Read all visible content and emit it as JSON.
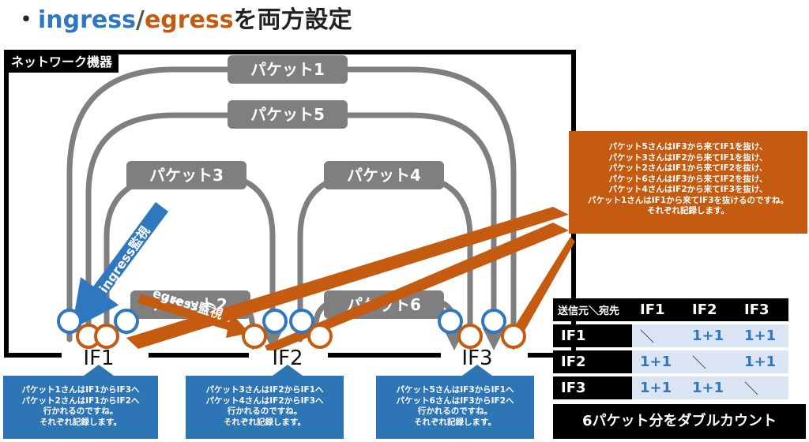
{
  "heading": {
    "bullet": "・",
    "ingress": "ingress",
    "slash": "/",
    "egress": "egress",
    "suffix": "を両方設定"
  },
  "device_label": "ネットワーク機器",
  "packets": [
    "パケット1",
    "パケット5",
    "パケット3",
    "パケット4",
    "パケット2",
    "パケット6"
  ],
  "interfaces": [
    "IF1",
    "IF2",
    "IF3"
  ],
  "ingress_label": "ingress監視",
  "egress_label": "egress監視",
  "notes": {
    "if1": "パケット1さんはIF1からIF3へ\nパケット2さんはIF1からIF2へ\n行かれるのですね。\nそれぞれ記録します。",
    "if2": "パケット3さんはIF2からIF1へ\nパケット4さんはIF2からIF3へ\n行かれるのですね。\nそれぞれ記録します。",
    "if3": "パケット5さんはIF3からIF1へ\nパケット6さんはIF3からIF2へ\n行かれるのですね。\nそれぞれ記録します。",
    "egress": "パケット5さんはIF3から来てIF1を抜け、\nパケット3さんはIF2から来てIF1を抜け、\nパケット2さんはIF1から来てIF2を抜け、\nパケット6さんはIF3から来てIF2を抜け、\nパケット4さんはIF2から来てIF3を抜け、\nパケット1さんはIF1から来てIF3を抜けるのですね。\nそれぞれ記録します。"
  },
  "matrix": {
    "corner": "送信元＼宛先",
    "cols": [
      "IF1",
      "IF2",
      "IF3"
    ],
    "rows": [
      {
        "label": "IF1",
        "cells": [
          "＼",
          "1+1",
          "1+1"
        ]
      },
      {
        "label": "IF2",
        "cells": [
          "1+1",
          "＼",
          "1+1"
        ]
      },
      {
        "label": "IF3",
        "cells": [
          "1+1",
          "1+1",
          "＼"
        ]
      }
    ]
  },
  "summary": "6パケット分をダブルカウント",
  "colors": {
    "ingress": "#2f78bf",
    "egress": "#c55a11",
    "packet": "#7f7f7f",
    "frame": "#000000"
  }
}
